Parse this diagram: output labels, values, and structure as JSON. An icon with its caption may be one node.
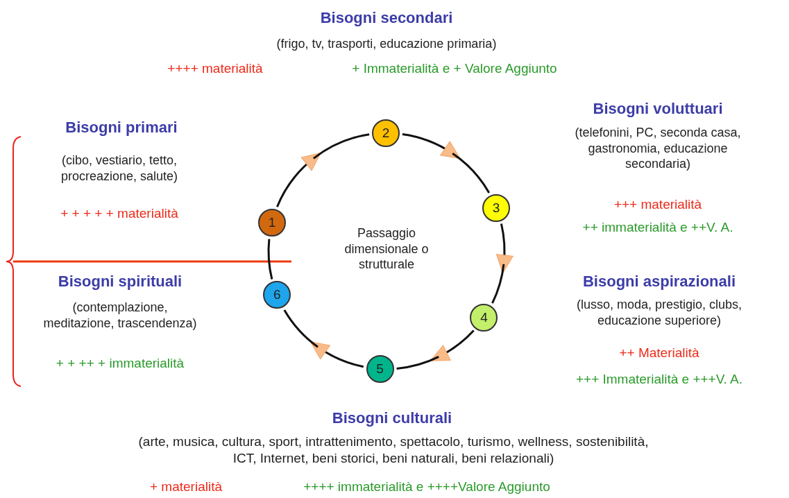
{
  "diagram": {
    "nodes": [
      {
        "text": [
          "1"
        ],
        "beside": [
          "Bisogni primari",
          "(cibo, vestiario, tetto, procreazione, salute)",
          "+ + + + + materialità"
        ]
      },
      {
        "text": [
          "2"
        ],
        "beside": [
          "Bisogni secondari",
          "(frigo, tv, trasporti, educazione primaria)",
          "++++ materialità",
          "+ Immaterialità e + Valore Aggiunto"
        ]
      },
      {
        "text": [
          "3"
        ],
        "beside": [
          "Bisogni voluttuari",
          "(telefonini, PC, seconda casa, gastronomia, educazione secondaria)",
          "+++ materialità",
          "++ immaterialità e ++V. A."
        ]
      },
      {
        "text": [
          "4"
        ],
        "beside": [
          "Bisogni aspirazionali",
          "(lusso, moda, prestigio, clubs, educazione superiore)",
          "++ Materialità",
          "+++ Immaterialità e +++V. A."
        ]
      },
      {
        "text": [
          "5"
        ],
        "beside": [
          "Bisogni culturali",
          "(arte, musica, cultura, sport, intrattenimento, spettacolo, turismo, wellness, sostenibilità, ICT, Internet, beni storici, beni naturali, beni relazionali)",
          "+ materialità",
          "++++ immaterialità e ++++Valore Aggiunto"
        ]
      },
      {
        "text": [
          "6"
        ],
        "beside": [
          "Bisogni spirituali",
          "(contemplazione, meditazione, trascendenza)",
          "+ + ++ + immaterialità"
        ]
      }
    ],
    "edges": [
      {
        "from": 0,
        "to": 1,
        "arrow": "to"
      },
      {
        "from": 1,
        "to": 2,
        "arrow": "to"
      },
      {
        "from": 2,
        "to": 3,
        "arrow": "to"
      },
      {
        "from": 3,
        "to": 4,
        "arrow": "to"
      },
      {
        "from": 4,
        "to": 5,
        "arrow": "to"
      },
      {
        "from": 5,
        "to": 0,
        "arrow": "none"
      }
    ],
    "labels": [
      "Passaggio dimensionale o strutturale"
    ]
  }
}
